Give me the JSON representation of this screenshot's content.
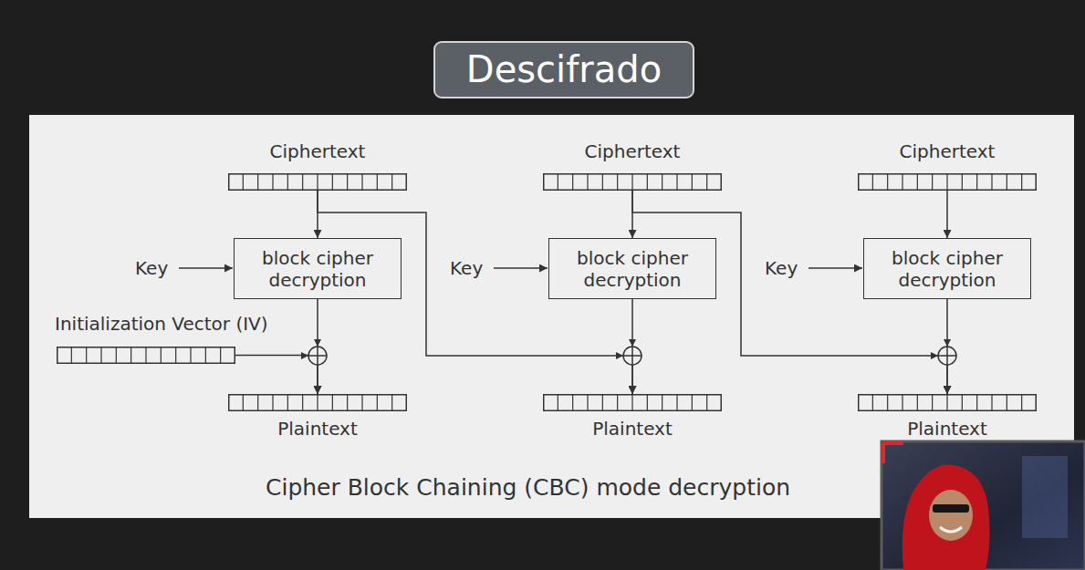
{
  "diagram": {
    "title": "Descifrado",
    "caption": "Cipher Block Chaining (CBC) mode decryption",
    "nodes": [
      {
        "text": [
          "Ciphertext"
        ]
      },
      {
        "text": [
          "Ciphertext"
        ]
      },
      {
        "text": [
          "Ciphertext"
        ]
      },
      {
        "text": [
          "block cipher decryption"
        ]
      },
      {
        "text": [
          "block cipher decryption"
        ]
      },
      {
        "text": [
          "block cipher decryption"
        ]
      },
      {
        "text": [
          "Initialization Vector (IV)"
        ]
      },
      {
        "text": [
          "Plaintext"
        ]
      },
      {
        "text": [
          "Plaintext"
        ]
      },
      {
        "text": [
          "Plaintext"
        ]
      }
    ],
    "edges": [
      {
        "from": 0,
        "to": 3,
        "arrow": "to"
      },
      {
        "from": 1,
        "to": 4,
        "arrow": "to"
      },
      {
        "from": 2,
        "to": 5,
        "arrow": "to"
      },
      {
        "from": 3,
        "to": 7,
        "arrow": "to"
      },
      {
        "from": 6,
        "to": 7,
        "arrow": "to"
      },
      {
        "from": 0,
        "to": 8,
        "arrow": "to"
      },
      {
        "from": 4,
        "to": 8,
        "arrow": "to"
      },
      {
        "from": 1,
        "to": 9,
        "arrow": "to"
      },
      {
        "from": 5,
        "to": 9,
        "arrow": "to"
      }
    ],
    "labels": [
      "Key",
      "Key",
      "Key"
    ]
  }
}
